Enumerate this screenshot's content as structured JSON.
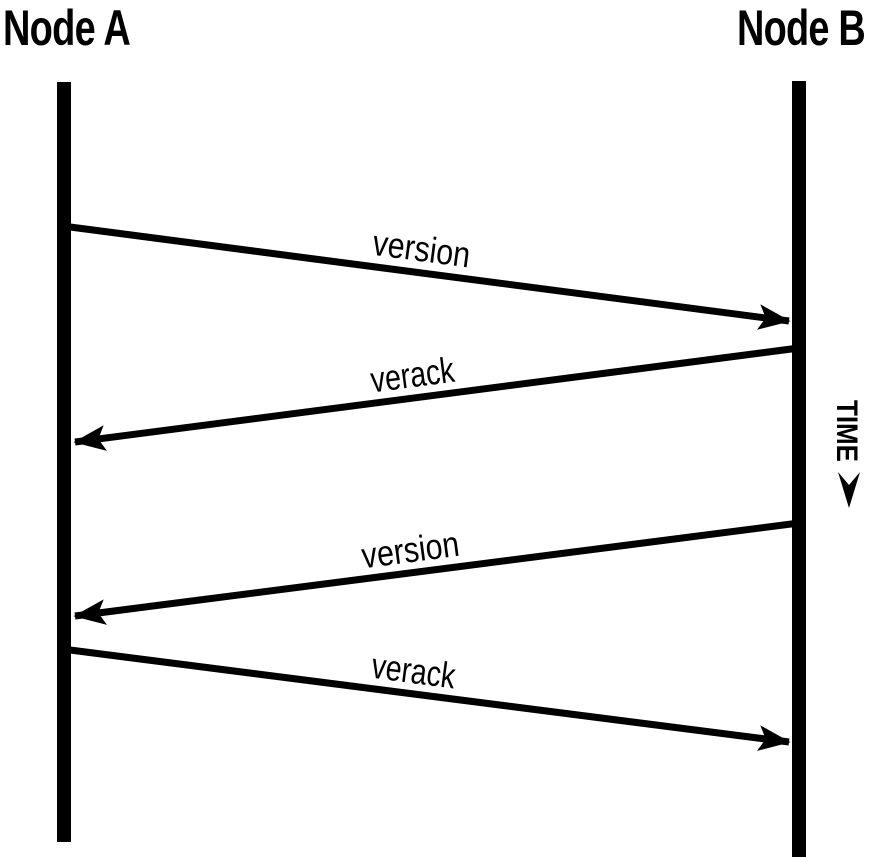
{
  "diagram": {
    "type": "sequence",
    "nodes": [
      {
        "name": "Node A"
      },
      {
        "name": "Node B"
      }
    ],
    "time_axis": {
      "label": "TIME",
      "direction": "down"
    },
    "messages": [
      {
        "label": "version",
        "from": "Node A",
        "to": "Node B"
      },
      {
        "label": "verack",
        "from": "Node B",
        "to": "Node A"
      },
      {
        "label": "version",
        "from": "Node B",
        "to": "Node A"
      },
      {
        "label": "verack",
        "from": "Node A",
        "to": "Node B"
      }
    ],
    "colors": {
      "ink": "#000000",
      "background": "#ffffff"
    }
  }
}
